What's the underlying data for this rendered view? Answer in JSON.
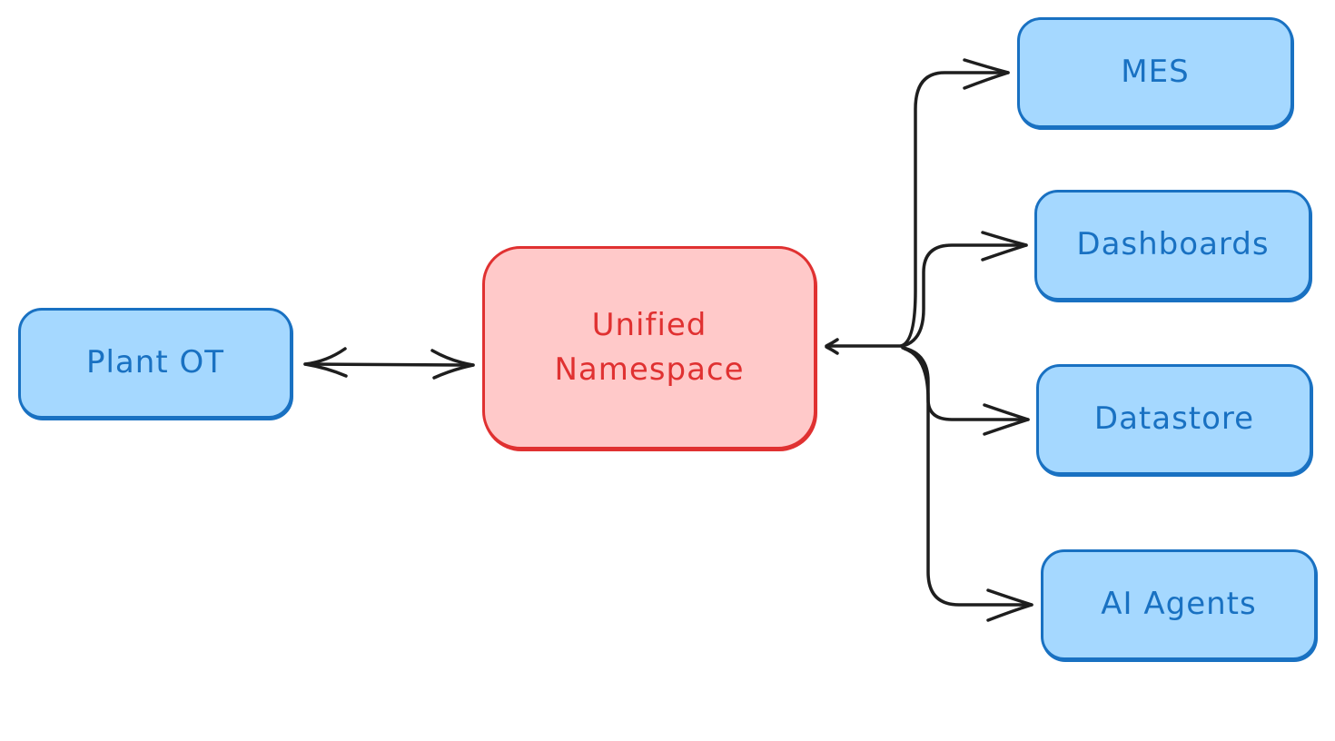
{
  "nodes": {
    "plant_ot": {
      "label": "Plant OT"
    },
    "uns": {
      "line1": "Unified",
      "line2": "Namespace"
    },
    "mes": {
      "label": "MES"
    },
    "dashboards": {
      "label": "Dashboards"
    },
    "datastore": {
      "label": "Datastore"
    },
    "ai_agents": {
      "label": "AI Agents"
    }
  },
  "colors": {
    "blue_fill": "#a5d8ff",
    "blue_stroke": "#1971c2",
    "red_fill": "#ffc9c9",
    "red_stroke": "#e03131",
    "arrow": "#1e1e1e"
  }
}
